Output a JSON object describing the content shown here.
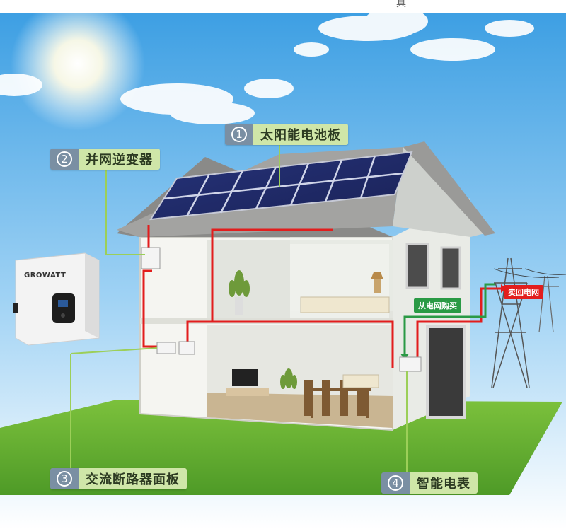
{
  "header": {
    "text": "具"
  },
  "callouts": {
    "solar_panel": {
      "number": "1",
      "label": "太阳能电池板"
    },
    "inverter": {
      "number": "2",
      "label": "并网逆变器"
    },
    "breaker_panel": {
      "number": "3",
      "label": "交流断路器面板"
    },
    "smart_meter": {
      "number": "4",
      "label": "智能电表"
    }
  },
  "tags": {
    "sell_to_grid": "卖回电网",
    "buy_from_grid": "从电网购买"
  },
  "inverter_brand": "GROWATT",
  "colors": {
    "wire_red": "#e21d1d",
    "wire_green": "#2a9a45",
    "callout_number_bg": "#7a8fa3",
    "callout_label_bg": "#cfe6a8",
    "sky": "#5aaee6",
    "grass": "#5fae2e"
  }
}
